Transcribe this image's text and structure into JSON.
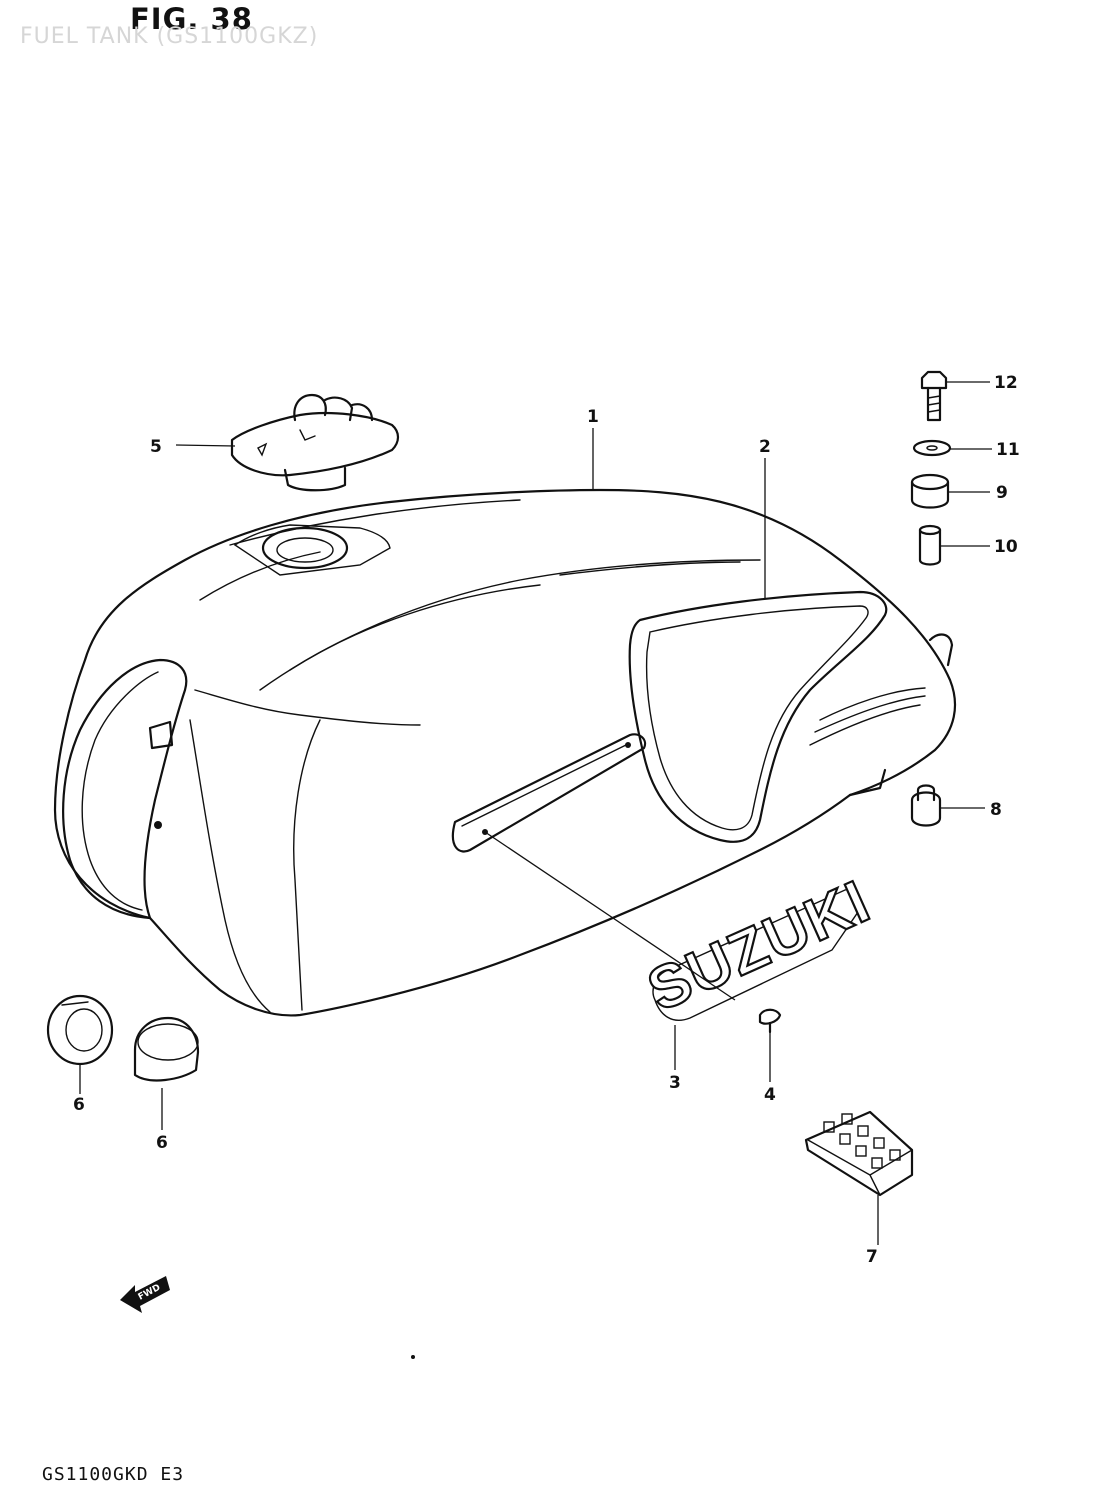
{
  "figure": {
    "title": "FIG. 38",
    "subtitle": "FUEL TANK (GS1100GKZ)",
    "model_code": "GS1100GKD  E3",
    "emblem_text": "SUZUKI",
    "front_arrow_text": "FWD"
  },
  "callouts": [
    {
      "id": "1",
      "text": "1"
    },
    {
      "id": "2",
      "text": "2"
    },
    {
      "id": "3",
      "text": "3"
    },
    {
      "id": "4",
      "text": "4"
    },
    {
      "id": "5",
      "text": "5"
    },
    {
      "id": "6a",
      "text": "6"
    },
    {
      "id": "6b",
      "text": "6"
    },
    {
      "id": "7",
      "text": "7"
    },
    {
      "id": "8",
      "text": "8"
    },
    {
      "id": "9",
      "text": "9"
    },
    {
      "id": "10",
      "text": "10"
    },
    {
      "id": "11",
      "text": "11"
    },
    {
      "id": "12",
      "text": "12"
    }
  ]
}
